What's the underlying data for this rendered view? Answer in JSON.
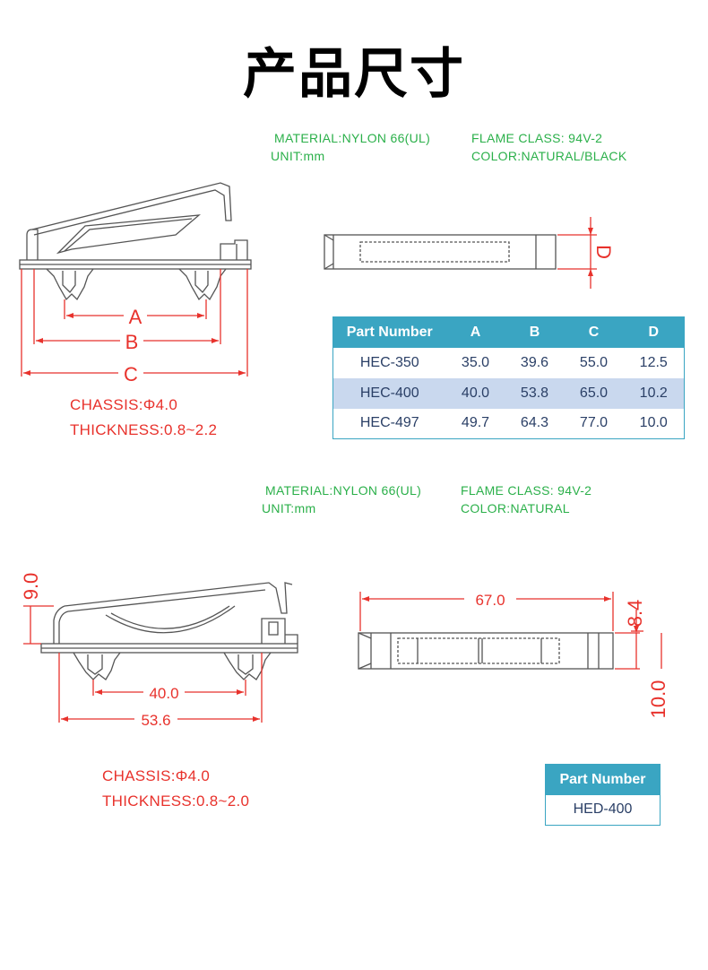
{
  "page_title": "产品尺寸",
  "top": {
    "material": "MATERIAL:NYLON 66(UL)",
    "unit": "UNIT:mm",
    "flame": "FLAME CLASS: 94V-2",
    "color": "COLOR:NATURAL/BLACK",
    "dims": {
      "a": "A",
      "b": "B",
      "c": "C",
      "d": "D"
    },
    "chassis": "CHASSIS:Φ4.0",
    "thickness": "THICKNESS:0.8~2.2",
    "table": {
      "headers": [
        "Part Number",
        "A",
        "B",
        "C",
        "D"
      ],
      "rows": [
        [
          "HEC-350",
          "35.0",
          "39.6",
          "55.0",
          "12.5"
        ],
        [
          "HEC-400",
          "40.0",
          "53.8",
          "65.0",
          "10.2"
        ],
        [
          "HEC-497",
          "49.7",
          "64.3",
          "77.0",
          "10.0"
        ]
      ]
    }
  },
  "bottom": {
    "material": "MATERIAL:NYLON 66(UL)",
    "unit": "UNIT:mm",
    "flame": "FLAME CLASS: 94V-2",
    "color": "COLOR:NATURAL",
    "dims": {
      "h": "9.0",
      "a": "40.0",
      "b": "53.6",
      "len": "67.0",
      "w": "8.4",
      "d": "10.0"
    },
    "chassis": "CHASSIS:Φ4.0",
    "thickness": "THICKNESS:0.8~2.0",
    "table": {
      "header": "Part Number",
      "value": "HED-400"
    }
  }
}
